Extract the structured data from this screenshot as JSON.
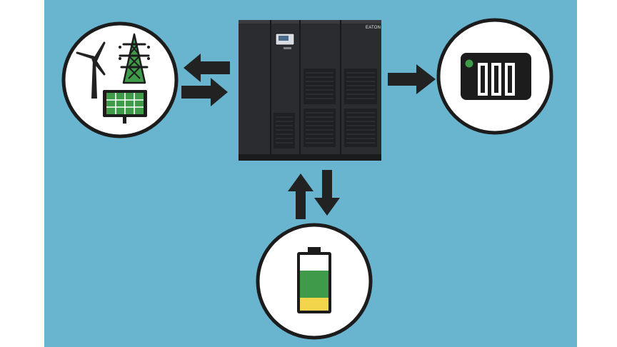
{
  "diagram": {
    "brand_label": "EATON",
    "colors": {
      "background": "#69b5cf",
      "page": "#ffffff",
      "circle_fill": "#ffffff",
      "circle_stroke": "#1c1c1c",
      "arrow": "#222222",
      "cabinet": "#2b2c2f",
      "green": "#3f9b4a",
      "yellow": "#f3d54b"
    },
    "nodes": [
      {
        "id": "energy-sources",
        "icons": [
          "wind-turbine-icon",
          "power-pylon-icon",
          "solar-panel-icon"
        ]
      },
      {
        "id": "ups-unit",
        "icons": [
          "ups-cabinet-icon"
        ]
      },
      {
        "id": "load",
        "icons": [
          "server-rack-icon"
        ]
      },
      {
        "id": "battery",
        "icons": [
          "battery-icon"
        ]
      }
    ],
    "edges": [
      {
        "from": "ups-unit",
        "to": "energy-sources"
      },
      {
        "from": "energy-sources",
        "to": "ups-unit"
      },
      {
        "from": "ups-unit",
        "to": "load"
      },
      {
        "from": "battery",
        "to": "ups-unit"
      },
      {
        "from": "ups-unit",
        "to": "battery"
      }
    ]
  }
}
